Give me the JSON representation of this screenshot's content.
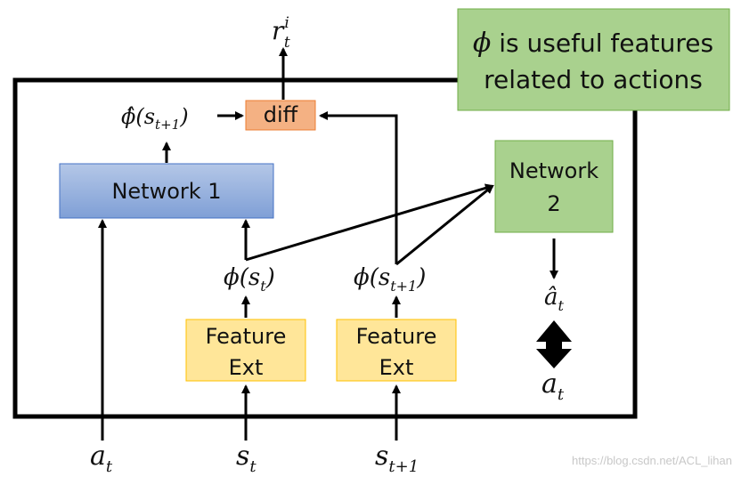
{
  "callout": {
    "symbol": "ϕ",
    "line1_rest": " is useful features",
    "line2": "related to actions"
  },
  "boxes": {
    "diff": "diff",
    "network1": "Network 1",
    "network2_line1": "Network",
    "network2_line2": "2",
    "feature_ext_line1": "Feature",
    "feature_ext_line2": "Ext"
  },
  "labels": {
    "reward": {
      "base": "r",
      "sup": "i",
      "sub": "t"
    },
    "phi_hat": {
      "pre": "ϕ̂(s",
      "sub": "t+1",
      "post": ")"
    },
    "phi_t": {
      "pre": "ϕ(s",
      "sub": "t",
      "post": ")"
    },
    "phi_t1": {
      "pre": "ϕ(s",
      "sub": "t+1",
      "post": ")"
    },
    "a_hat": {
      "base": "â",
      "sub": "t"
    },
    "a_true": {
      "base": "a",
      "sub": "t"
    },
    "input_a": {
      "base": "a",
      "sub": "t"
    },
    "input_s": {
      "base": "s",
      "sub": "t"
    },
    "input_s1": {
      "base": "s",
      "sub": "t+1"
    }
  },
  "watermark": "https://blog.csdn.net/ACL_lihan",
  "colors": {
    "callout_fill": "#a9d18e",
    "callout_stroke": "#70ad47",
    "diff_fill": "#f4b183",
    "diff_stroke": "#ed7d31",
    "network1_fill_top": "#b4c7e7",
    "network1_fill_bottom": "#7f9fd6",
    "network1_stroke": "#4472c4",
    "network2_fill": "#a9d18e",
    "network2_stroke": "#70ad47",
    "feature_fill": "#ffe699",
    "feature_stroke": "#ffc000",
    "line": "#000000"
  }
}
